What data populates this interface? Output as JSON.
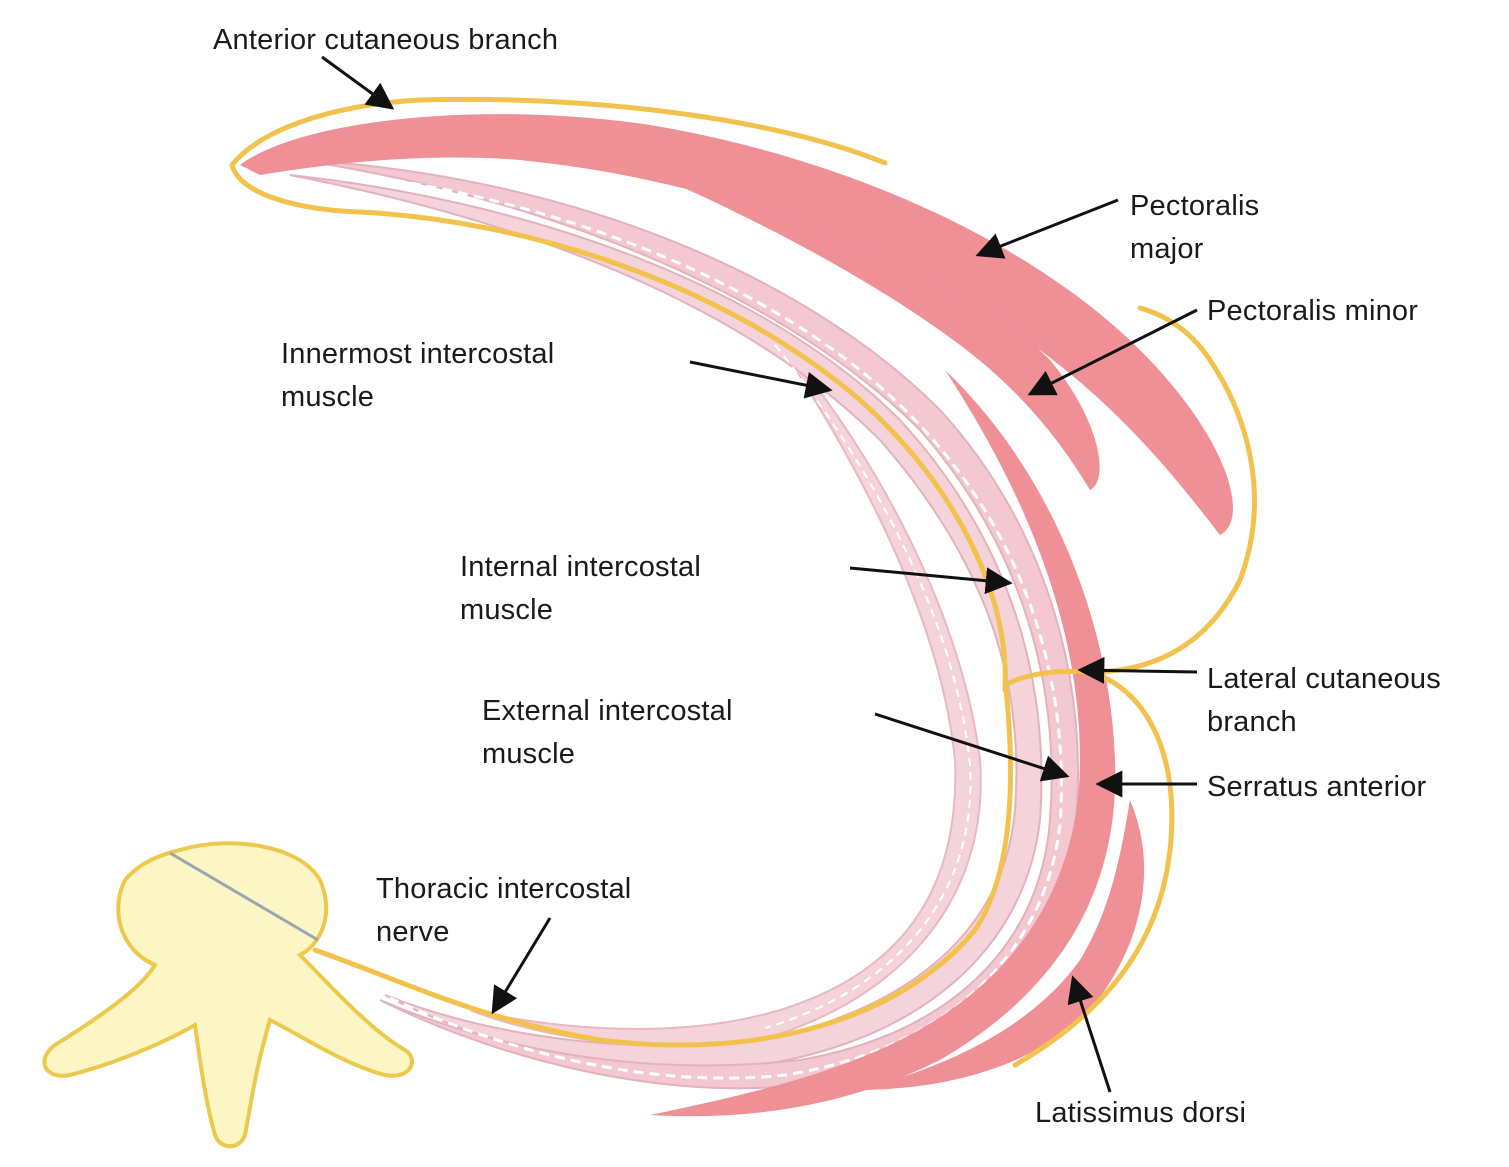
{
  "colors": {
    "muscle_red": "#ef8f96",
    "muscle_pale": "#f5d3da",
    "nerve_yellow": "#f2c24c",
    "vertebra_fill": "#fbf6c3",
    "vertebra_outline": "#ecc94c",
    "arrow": "#111111",
    "text": "#1a1a1a"
  },
  "labels": {
    "anterior_cutaneous": "Anterior cutaneous branch",
    "pectoralis_major_1": "Pectoralis",
    "pectoralis_major_2": "major",
    "pectoralis_minor": "Pectoralis minor",
    "innermost_1": "Innermost intercostal",
    "innermost_2": "muscle",
    "internal_1": "Internal intercostal",
    "internal_2": "muscle",
    "external_1": "External intercostal",
    "external_2": "muscle",
    "lateral_cutaneous_1": "Lateral cutaneous",
    "lateral_cutaneous_2": "branch",
    "serratus_anterior": "Serratus anterior",
    "thoracic_nerve_1": "Thoracic intercostal",
    "thoracic_nerve_2": "nerve",
    "latissimus_dorsi": "Latissimus dorsi"
  }
}
